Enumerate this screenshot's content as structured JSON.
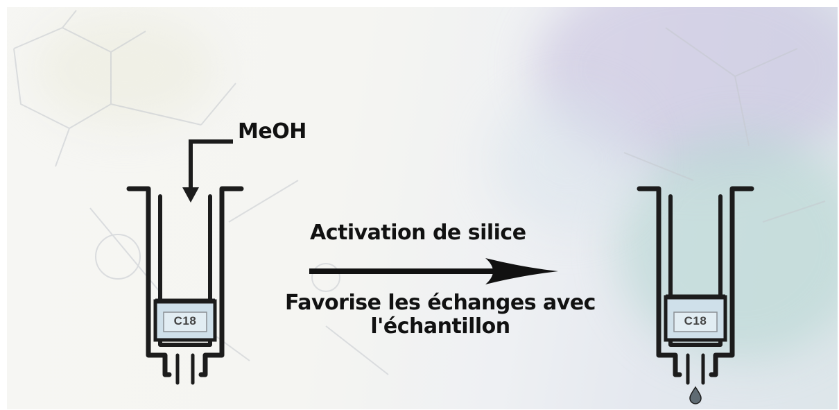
{
  "labels": {
    "reagent": "MeOH",
    "step_title": "Activation de silice",
    "step_effect": "Favorise les échanges avec l'échantillon"
  },
  "cartridges": [
    {
      "packing_label": "C18",
      "state": "before activation, solvent added from top"
    },
    {
      "packing_label": "C18",
      "state": "after activation, eluate dripping"
    }
  ],
  "colors": {
    "wall": "#1c1c1c",
    "packing_fill": "#cfe0ea",
    "packing_text": "#444444",
    "text": "#111111"
  }
}
